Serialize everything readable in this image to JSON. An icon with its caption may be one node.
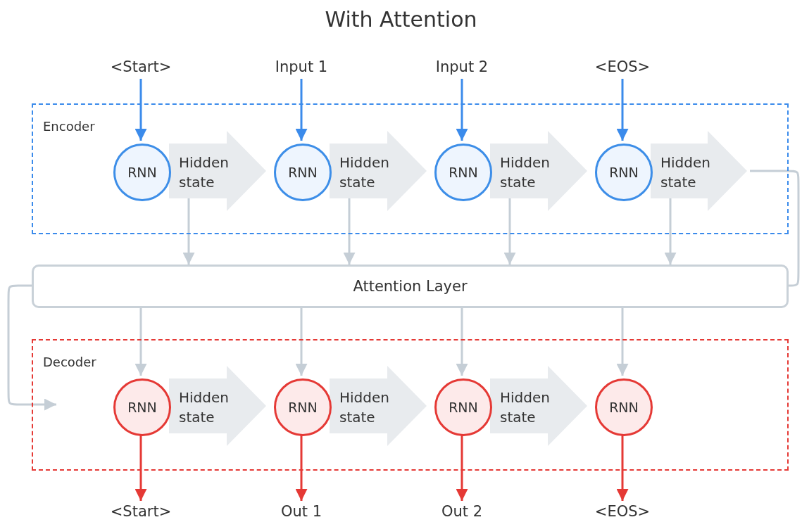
{
  "diagram": {
    "title": "With Attention",
    "nodes": [
      {
        "text": [
          "<Start>"
        ]
      },
      {
        "text": [
          "Input 1"
        ]
      },
      {
        "text": [
          "Input 2"
        ]
      },
      {
        "text": [
          "<EOS>"
        ]
      },
      {
        "text": [
          "Encoder"
        ]
      },
      {
        "text": [
          "RNN"
        ],
        "in": 4
      },
      {
        "text": [
          "Hidden state"
        ],
        "in": 4
      },
      {
        "text": [
          "RNN"
        ],
        "in": 4
      },
      {
        "text": [
          "Hidden state"
        ],
        "in": 4
      },
      {
        "text": [
          "RNN"
        ],
        "in": 4
      },
      {
        "text": [
          "Hidden state"
        ],
        "in": 4
      },
      {
        "text": [
          "RNN"
        ],
        "in": 4
      },
      {
        "text": [
          "Hidden state"
        ],
        "in": 4
      },
      {
        "text": [
          "Attention Layer"
        ]
      },
      {
        "text": [
          "Decoder"
        ]
      },
      {
        "text": [
          "RNN"
        ],
        "in": 14
      },
      {
        "text": [
          "Hidden state"
        ],
        "in": 14
      },
      {
        "text": [
          "RNN"
        ],
        "in": 14
      },
      {
        "text": [
          "Hidden state"
        ],
        "in": 14
      },
      {
        "text": [
          "RNN"
        ],
        "in": 14
      },
      {
        "text": [
          "Hidden state"
        ],
        "in": 14
      },
      {
        "text": [
          "RNN"
        ],
        "in": 14
      },
      {
        "text": [
          "<Start>"
        ]
      },
      {
        "text": [
          "Out 1"
        ]
      },
      {
        "text": [
          "Out 2"
        ]
      },
      {
        "text": [
          "<EOS>"
        ]
      }
    ],
    "edges": [
      {
        "from": 0,
        "to": 5,
        "arrow": "to",
        "color": "#3b8beb"
      },
      {
        "from": 1,
        "to": 7,
        "arrow": "to",
        "color": "#3b8beb"
      },
      {
        "from": 2,
        "to": 9,
        "arrow": "to",
        "color": "#3b8beb"
      },
      {
        "from": 3,
        "to": 11,
        "arrow": "to",
        "color": "#3b8beb"
      },
      {
        "from": 6,
        "to": 13,
        "arrow": "to"
      },
      {
        "from": 8,
        "to": 13,
        "arrow": "to"
      },
      {
        "from": 10,
        "to": 13,
        "arrow": "to"
      },
      {
        "from": 12,
        "to": 13,
        "arrow": "to"
      },
      {
        "from": 12,
        "to": 13,
        "arrow": "none"
      },
      {
        "from": 13,
        "to": 15,
        "arrow": "to"
      },
      {
        "from": 13,
        "to": 17,
        "arrow": "to"
      },
      {
        "from": 13,
        "to": 19,
        "arrow": "to"
      },
      {
        "from": 13,
        "to": 21,
        "arrow": "to"
      },
      {
        "from": 13,
        "to": null,
        "arrow": "to"
      },
      {
        "from": 15,
        "to": 22,
        "arrow": "to",
        "color": "#e53935"
      },
      {
        "from": 17,
        "to": 23,
        "arrow": "to",
        "color": "#e53935"
      },
      {
        "from": 19,
        "to": 24,
        "arrow": "to",
        "color": "#e53935"
      },
      {
        "from": 21,
        "to": 25,
        "arrow": "to",
        "color": "#e53935"
      },
      {
        "from": 5,
        "to": 7,
        "arrow": "to",
        "style": "thick",
        "color": "#e8ebee"
      },
      {
        "from": 7,
        "to": 9,
        "arrow": "to",
        "style": "thick",
        "color": "#e8ebee"
      },
      {
        "from": 9,
        "to": 11,
        "arrow": "to",
        "style": "thick",
        "color": "#e8ebee"
      },
      {
        "from": 11,
        "to": null,
        "arrow": "to",
        "style": "thick",
        "color": "#e8ebee"
      },
      {
        "from": 15,
        "to": 17,
        "arrow": "to",
        "style": "thick",
        "color": "#e8ebee"
      },
      {
        "from": 17,
        "to": 19,
        "arrow": "to",
        "style": "thick",
        "color": "#e8ebee"
      },
      {
        "from": 19,
        "to": 21,
        "arrow": "to",
        "style": "thick",
        "color": "#e8ebee"
      }
    ]
  }
}
